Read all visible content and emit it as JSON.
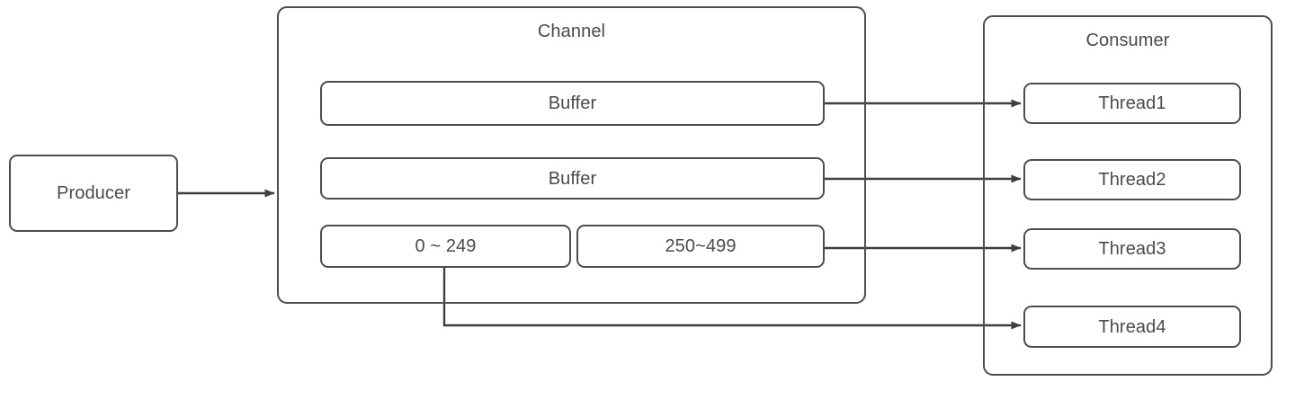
{
  "diagram": {
    "title": "Producer-Channel-Consumer threading diagram",
    "stroke_color": "#4d4d4d",
    "text_color": "#4a4a4a",
    "background_color": "#ffffff"
  },
  "producer": {
    "label": "Producer"
  },
  "channel": {
    "title": "Channel",
    "rows": [
      {
        "label": "Buffer"
      },
      {
        "label": "Buffer"
      }
    ],
    "partitioned_row": {
      "left_label": "0 ~ 249",
      "right_label": "250~499"
    }
  },
  "consumer": {
    "title": "Consumer",
    "threads": [
      {
        "label": "Thread1"
      },
      {
        "label": "Thread2"
      },
      {
        "label": "Thread3"
      },
      {
        "label": "Thread4"
      }
    ]
  },
  "connectors": [
    {
      "name": "producer-to-channel",
      "from": "Producer",
      "to": "Channel"
    },
    {
      "name": "buffer1-to-thread1",
      "from": "Buffer",
      "to": "Thread1"
    },
    {
      "name": "buffer2-to-thread2",
      "from": "Buffer",
      "to": "Thread2"
    },
    {
      "name": "range-high-to-thread3",
      "from": "250~499",
      "to": "Thread3"
    },
    {
      "name": "range-low-to-thread4",
      "from": "0 ~ 249",
      "to": "Thread4"
    }
  ]
}
